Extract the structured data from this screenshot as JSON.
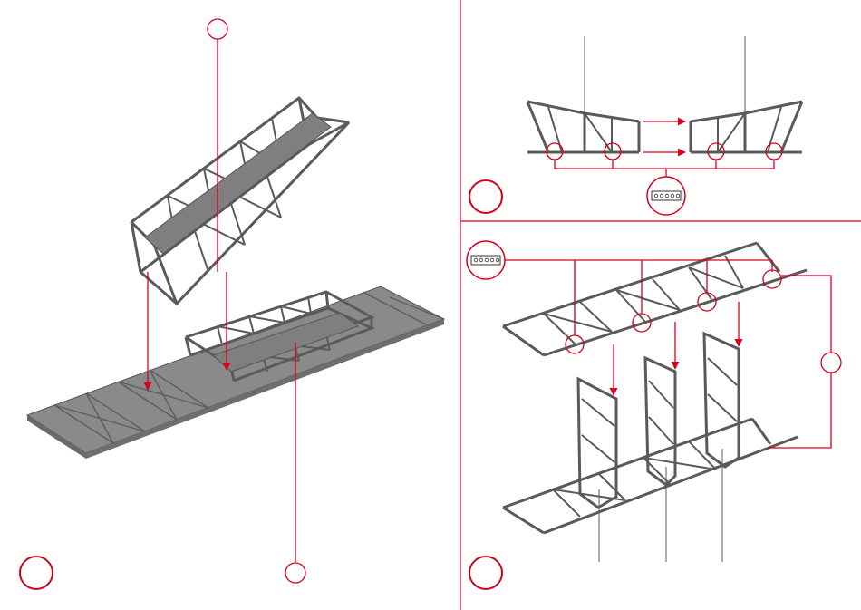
{
  "sheet": {
    "accent_color": "#d6001c",
    "part_color": "#7d7d7d",
    "part_dark": "#555555",
    "background": "#ffffff"
  },
  "panels": {
    "left": {
      "description_icon": "assembly-main-deck"
    },
    "top_right": {
      "description_icon": "assembly-side-trusses"
    },
    "bottom_right": {
      "description_icon": "assembly-vertical-frames"
    }
  },
  "callouts": {
    "step_markers": [
      {
        "id": "left-step",
        "text": ""
      },
      {
        "id": "top-right-step",
        "text": ""
      },
      {
        "id": "bottom-right-step",
        "text": ""
      }
    ],
    "part_markers": [
      {
        "id": "top-part",
        "text": ""
      },
      {
        "id": "bottom-part",
        "text": ""
      },
      {
        "id": "side-part",
        "text": ""
      }
    ]
  },
  "glue_icon": {
    "name": "glue-dots-icon",
    "dot_count": 5
  }
}
